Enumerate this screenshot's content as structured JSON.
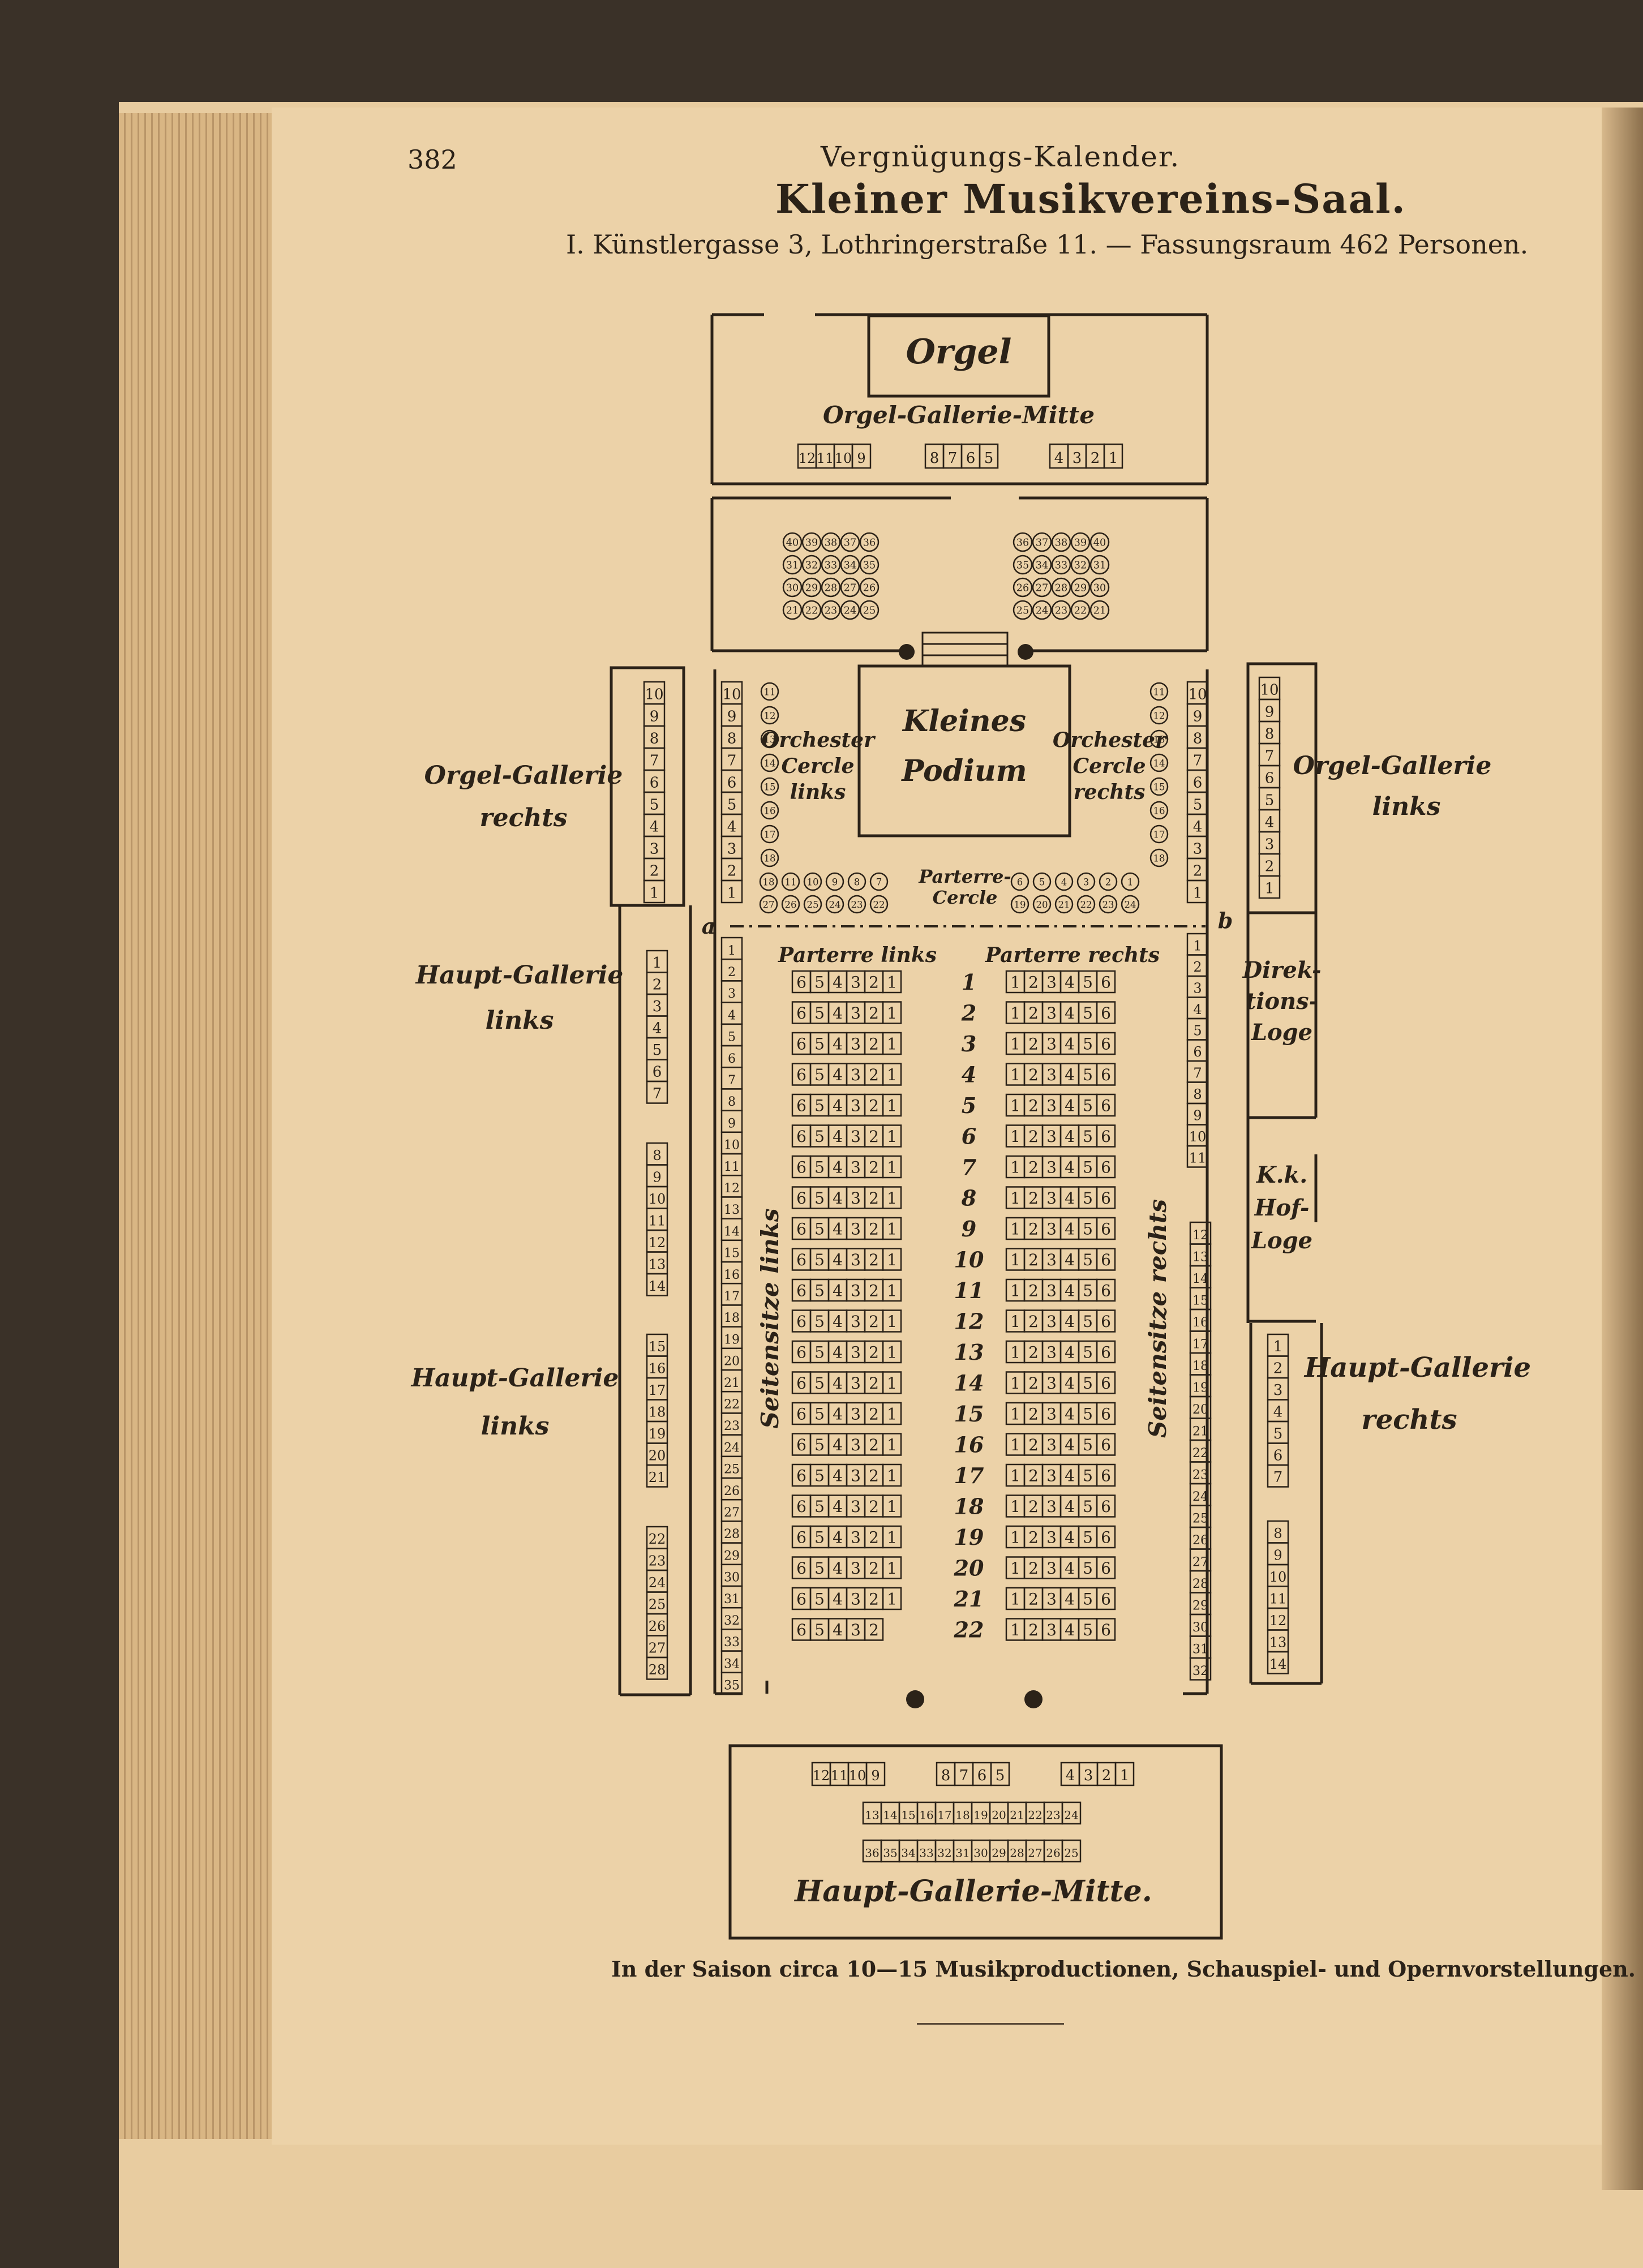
{
  "header": {
    "page_number": "382",
    "running_head": "Vergnügungs-Kalender.",
    "title": "Kleiner Musikvereins-Saal.",
    "address": "I. Künstlergasse 3, Lothringerstraße 11. — Fassungsraum 462 Personen."
  },
  "footer": {
    "note": "In der Saison circa 10—15 Musikproductionen, Schauspiel- und Opernvorstellungen."
  },
  "plan": {
    "organ_label": "Orgel",
    "organ_gallery_middle": {
      "label": "Orgel-Gallerie-Mitte",
      "groups": [
        [
          "12",
          "11",
          "10",
          "9"
        ],
        [
          "8",
          "7",
          "6",
          "5"
        ],
        [
          "4",
          "3",
          "2",
          "1"
        ]
      ]
    },
    "orchestra_seats": {
      "left": [
        [
          "40",
          "39",
          "38",
          "37",
          "36"
        ],
        [
          "31",
          "32",
          "33",
          "34",
          "35"
        ],
        [
          "30",
          "29",
          "28",
          "27",
          "26"
        ],
        [
          "21",
          "22",
          "23",
          "24",
          "25"
        ]
      ],
      "right": [
        [
          "36",
          "37",
          "38",
          "39",
          "40"
        ],
        [
          "35",
          "34",
          "33",
          "32",
          "31"
        ],
        [
          "26",
          "27",
          "28",
          "29",
          "30"
        ],
        [
          "25",
          "24",
          "23",
          "22",
          "21"
        ]
      ]
    },
    "podium_label": [
      "Kleines",
      "Podium"
    ],
    "orchester_cercle_links": [
      "Orchester",
      "Cercle",
      "links"
    ],
    "orchester_cercle_rechts": [
      "Orchester",
      "Cercle",
      "rechts"
    ],
    "orchester_cercle_left_seats": [
      "11",
      "12",
      "13",
      "14",
      "15",
      "16",
      "17",
      "18"
    ],
    "orchester_cercle_right_seats": [
      "11",
      "12",
      "13",
      "14",
      "15",
      "16",
      "17",
      "18"
    ],
    "parterre_cercle_label": [
      "Parterre-",
      "Cercle"
    ],
    "parterre_cercle_row1_left": [
      "18",
      "11",
      "10",
      "9",
      "8",
      "7"
    ],
    "parterre_cercle_row1_right": [
      "6",
      "5",
      "4",
      "3",
      "2",
      "1"
    ],
    "parterre_cercle_row2_left": [
      "27",
      "26",
      "25",
      "24",
      "23",
      "22"
    ],
    "parterre_cercle_row2_right": [
      "19",
      "20",
      "21",
      "22",
      "23",
      "24"
    ],
    "marker_a": "a",
    "marker_b": "b",
    "orgel_gallerie_rechts_label": [
      "Orgel-Gallerie",
      "rechts"
    ],
    "orgel_gallerie_links_label": [
      "Orgel-Gallerie",
      "links"
    ],
    "haupt_gallerie_links_label_1": [
      "Haupt-Gallerie",
      "links"
    ],
    "haupt_gallerie_links_label_2": [
      "Haupt-Gallerie",
      "links"
    ],
    "haupt_gallerie_rechts_label": [
      "Haupt-Gallerie",
      "rechts"
    ],
    "directions_loge_label": [
      "Direk-",
      "tions-",
      "Loge"
    ],
    "hof_loge_label": [
      "K.k.",
      "Hof-",
      "Loge"
    ],
    "parterre_links_label": "Parterre links",
    "parterre_rechts_label": "Parterre rechts",
    "seitensitze_links_label": "Seitensitze links",
    "seitensitze_rechts_label": "Seitensitze rechts",
    "haupt_gallerie_mitte": {
      "label": "Haupt-Gallerie-Mitte.",
      "row1": [
        [
          "12",
          "11",
          "10",
          "9"
        ],
        [
          "8",
          "7",
          "6",
          "5"
        ],
        [
          "4",
          "3",
          "2",
          "1"
        ]
      ],
      "row2": [
        "13",
        "14",
        "15",
        "16",
        "17",
        "18",
        "19",
        "20",
        "21",
        "22",
        "23",
        "24"
      ],
      "row3": [
        "36",
        "35",
        "34",
        "33",
        "32",
        "31",
        "30",
        "29",
        "28",
        "27",
        "26",
        "25"
      ]
    }
  }
}
